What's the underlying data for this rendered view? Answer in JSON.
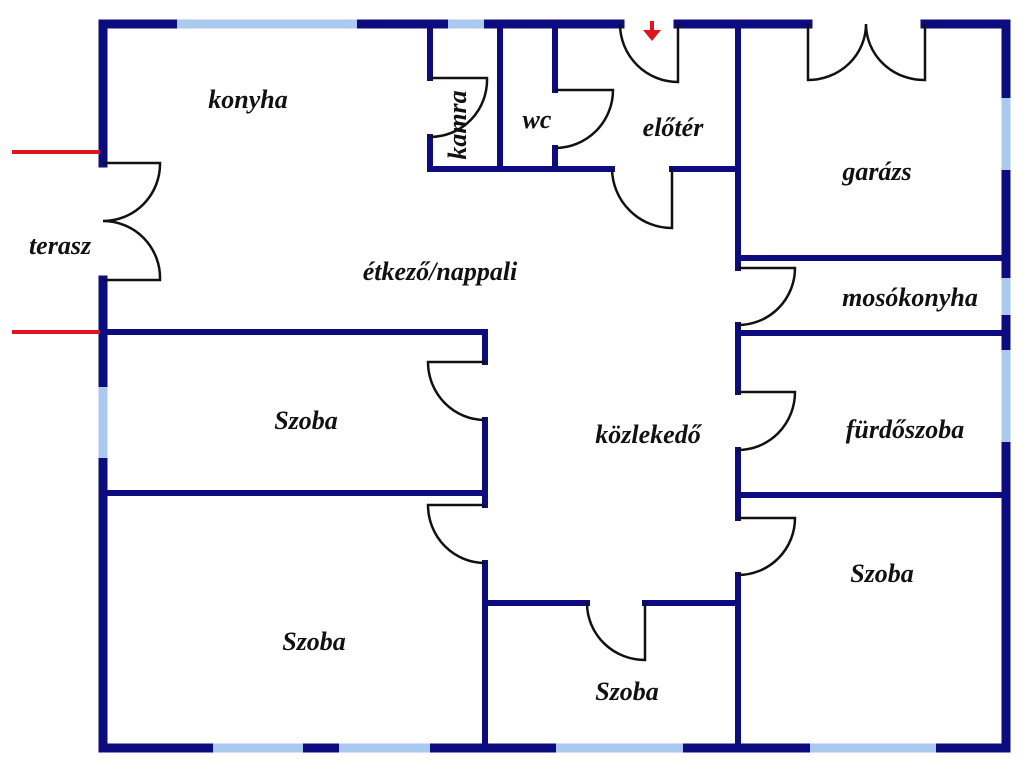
{
  "colors": {
    "wall": "#0c0c7e",
    "window": "#a9c9ee",
    "door": "#111111",
    "entry_marker": "#e0141e"
  },
  "rooms": {
    "konyha": "konyha",
    "kamra": "kamra",
    "wc": "wc",
    "eloter": "előtér",
    "garazs": "garázs",
    "terasz": "terasz",
    "etkezo": "étkező/nappali",
    "mosokonyha": "mosókonyha",
    "szoba_left_upper": "Szoba",
    "kozlekedo": "közlekedő",
    "furdoszoba": "fürdőszoba",
    "szoba_right": "Szoba",
    "szoba_left_lower": "Szoba",
    "szoba_bottom": "Szoba"
  }
}
